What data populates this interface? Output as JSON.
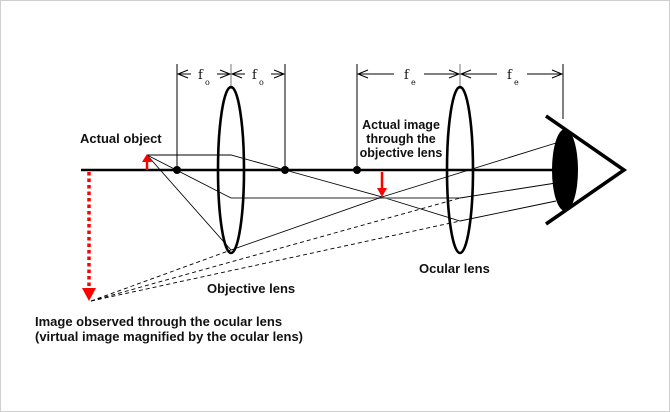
{
  "diagram": {
    "title": "Compound microscope optics",
    "labels": {
      "actual_object": "Actual object",
      "actual_image": [
        "Actual image",
        "through the",
        "objective lens"
      ],
      "ocular_lens": "Ocular lens",
      "objective_lens": "Objective lens",
      "observed_image": [
        "Image observed through the ocular lens",
        "(virtual image magnified by the ocular lens)"
      ]
    },
    "focal_labels": {
      "objective": {
        "symbol": "f",
        "subscript": "o"
      },
      "eyepiece": {
        "symbol": "f",
        "subscript": "e"
      }
    },
    "colors": {
      "line": "#000000",
      "gray_ray": "#6e6e6e",
      "arrow_red": "#ff0000",
      "border": "#cfcfcf"
    }
  }
}
